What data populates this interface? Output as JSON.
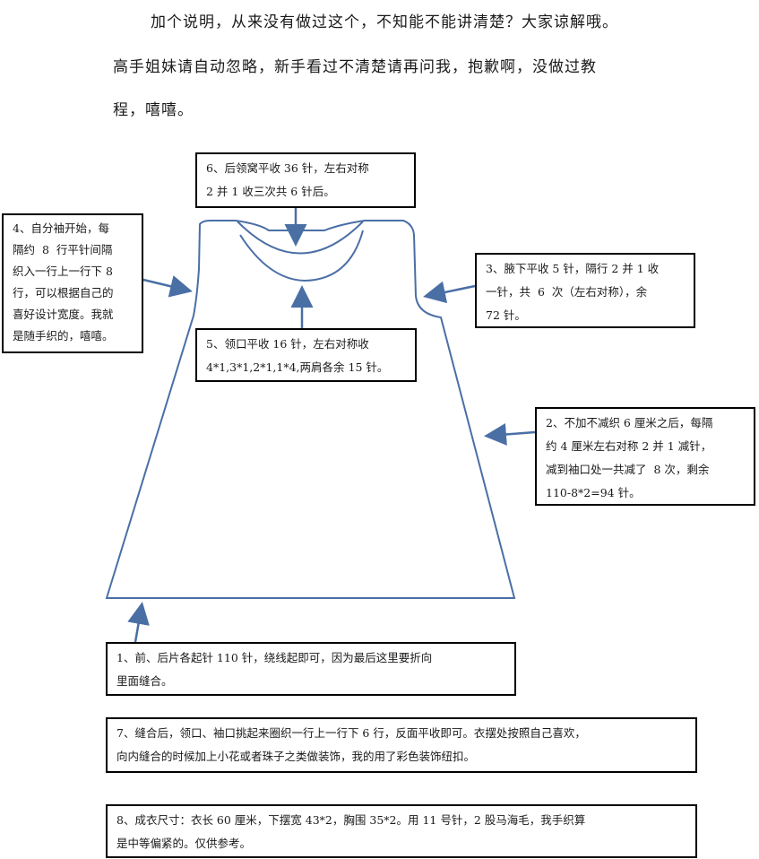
{
  "intro": {
    "line1": "加个说明，从来没有做过这个，不知能不能讲清楚？大家谅解哦。",
    "line2": "高手姐妹请自动忽略，新手看过不清楚请再问我，抱歉啊，没做过教",
    "line3": "程，嘻嘻。"
  },
  "notes": {
    "n6": {
      "l1": "6、后领窝平收 36 针，左右对称",
      "l2": "2 并 1 收三次共 6 针后。"
    },
    "n4": {
      "l1": "4、自分袖开始，每",
      "l2": "隔约  8  行平针间隔",
      "l3": "织入一行上一行下 8",
      "l4": "行，可以根据自己的",
      "l5": "喜好设计宽度。我就",
      "l6": "是随手织的，嘻嘻。"
    },
    "n3": {
      "l1": "3、腋下平收 5 针，隔行 2 并 1 收",
      "l2": "一针，共  6  次（左右对称），余",
      "l3": "72 针。"
    },
    "n5": {
      "l1": "5、领口平收 16 针，左右对称收",
      "l2": "4*1,3*1,2*1,1*4,两肩各余 15 针。"
    },
    "n2": {
      "l1": "2、不加不减织 6 厘米之后，每隔",
      "l2": "约 4 厘米左右对称 2 并 1 减针，",
      "l3": "减到袖口处一共减了  8 次，剩余",
      "l4": "110-8*2=94 针。"
    },
    "n1": {
      "l1": "1、前、后片各起针 110 针，绕线起即可，因为最后这里要折向",
      "l2": "里面缝合。"
    },
    "n7": {
      "l1": "7、缝合后，领口、袖口挑起来圈织一行上一行下 6 行，反面平收即可。衣摆处按照自己喜欢，",
      "l2": "向内缝合的时候加上小花或者珠子之类做装饰，我的用了彩色装饰纽扣。"
    },
    "n8": {
      "l1": "8、成衣尺寸：衣长 60 厘米，下摆宽 43*2，胸围 35*2。用 11 号针，2 股马海毛，我手织算",
      "l2": "是中等偏紧的。仅供参考。"
    }
  },
  "colors": {
    "garment_outline": "#4a6fa5",
    "arrow": "#4a6fa5",
    "box_border": "#000000"
  }
}
